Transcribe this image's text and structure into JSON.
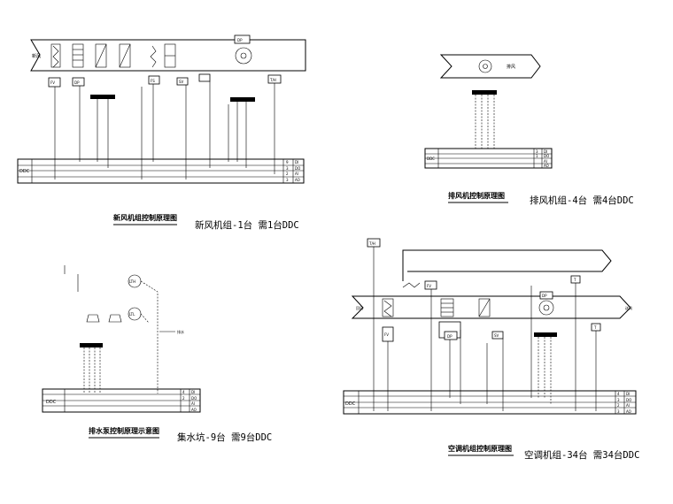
{
  "diagrams": {
    "fresh_air": {
      "caption": "新风机组控制原理图",
      "note": "新风机组-1台  需1台DDC",
      "ddc_label": "DDC",
      "inlet_label": "新风",
      "rows": [
        {
          "count": "9",
          "type": "DI"
        },
        {
          "count": "3",
          "type": "DO"
        },
        {
          "count": "2",
          "type": "AI"
        },
        {
          "count": "3",
          "type": "AO"
        }
      ],
      "boxes": {
        "fv": "FV",
        "dp": "DP",
        "fs": "FS",
        "sv": "SV",
        "ts": "T/H",
        "dp_fan": "DP"
      }
    },
    "exhaust": {
      "caption": "排风机控制原理图",
      "note": "排风机组-4台  需4台DDC",
      "ddc_label": "DDC",
      "outlet_label": "排风",
      "rows": [
        {
          "count": "3",
          "type": "DI"
        },
        {
          "count": "1",
          "type": "DO"
        },
        {
          "count": "",
          "type": "AI"
        },
        {
          "count": "",
          "type": "AO"
        }
      ]
    },
    "sump": {
      "caption": "排水泵控制原理示意图",
      "note": "集水坑-9台  需9台DDC",
      "ddc_label": "DDC",
      "drain_label": "排水",
      "ltl_high": "LTH",
      "ltl_low": "LTL",
      "rows": [
        {
          "count": "4",
          "type": "DI"
        },
        {
          "count": "2",
          "type": "DO"
        },
        {
          "count": "",
          "type": "AI"
        },
        {
          "count": "",
          "type": "AO"
        }
      ]
    },
    "ahu": {
      "caption": "空调机组控制原理图",
      "note": "空调机组-34台  需34台DDC",
      "ddc_label": "DDC",
      "return_label": "回风",
      "supply_label": "送风",
      "boxes": {
        "th": "T/H",
        "fv": "FV",
        "fv2": "FV",
        "dp": "DP",
        "sv": "SV",
        "dp_fan": "DP",
        "t1": "T",
        "t2": "T"
      },
      "rows": [
        {
          "count": "4",
          "type": "DI"
        },
        {
          "count": "3",
          "type": "DO"
        },
        {
          "count": "2",
          "type": "AI"
        },
        {
          "count": "3",
          "type": "AO"
        }
      ]
    }
  }
}
